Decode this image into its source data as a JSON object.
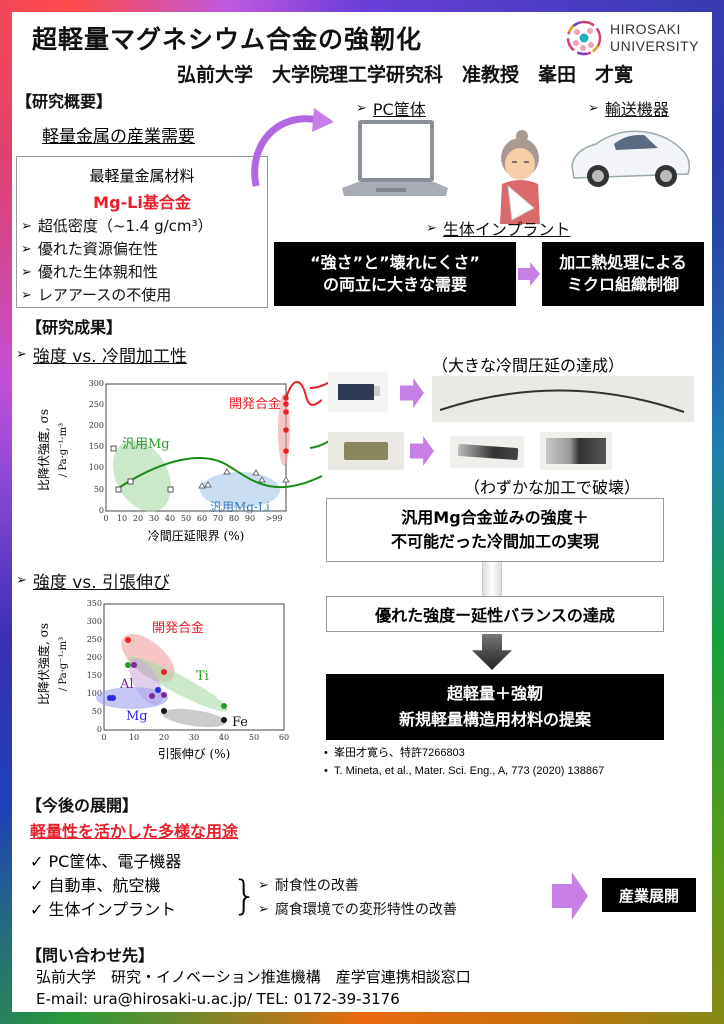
{
  "header": {
    "title": "超軽量マグネシウム合金の強靭化",
    "affiliation": "弘前大学　大学院理工学研究科　准教授　峯田　才寛",
    "logo_line1": "HIROSAKI",
    "logo_line2": "UNIVERSITY"
  },
  "overview": {
    "heading": "【研究概要】",
    "subheading": "軽量金属の産業需要",
    "box_title": "最軽量金属材料",
    "box_material": "Mg-Li基合金",
    "bullets": [
      "超低密度（~1.4 g/cm³）",
      "優れた資源偏在性",
      "優れた生体親和性",
      "レアアースの不使用"
    ],
    "apps": {
      "pc": "PC筐体",
      "transport": "輸送機器",
      "implant": "生体インプラント"
    },
    "demand_box": [
      "“強さ”と”壊れにくさ”",
      "の両立に大きな需要"
    ],
    "solution_box": [
      "加工熱処理による",
      "ミクロ組織制御"
    ]
  },
  "results": {
    "heading": "【研究成果】",
    "sub1": "強度 vs. 冷間加工性",
    "sub2": "強度 vs. 引張伸び",
    "caption_top": "（大きな冷間圧延の達成）",
    "caption_bottom": "（わずかな加工で破壊）",
    "flow": [
      [
        "汎用Mg合金並みの強度＋",
        "不可能だった冷間加工の実現"
      ],
      [
        "優れた強度ー延性バランスの達成"
      ],
      [
        "超軽量＋強靭",
        "新規軽量構造用材料の提案"
      ]
    ],
    "references": [
      "峯田才寛ら、特許7266803",
      "T. Mineta, et al., Mater. Sci. Eng., A, 773 (2020) 138867"
    ]
  },
  "future": {
    "heading": "【今後の展開】",
    "subheading": "軽量性を活かした多様な用途",
    "checks": [
      "PC筐体、電子機器",
      "自動車、航空機",
      "生体インプラント"
    ],
    "improvements": [
      "耐食性の改善",
      "腐食環境での変形特性の改善"
    ],
    "outcome": "産業展開"
  },
  "contact": {
    "heading": "【問い合わせ先】",
    "org": "弘前大学　研究・イノベーション推進機構　産学官連携相談窓口",
    "email_tel": "E-mail: ura@hirosaki-u.ac.jp/ TEL: 0172-39-3176"
  },
  "colors": {
    "accent_red": "#e8202a",
    "arrow_purple": "#c77fe6",
    "mg_green": "#2a8a2a",
    "mgli_blue": "#3a7ab8"
  },
  "chart_data": [
    {
      "type": "scatter",
      "title": "強度 vs. 冷間加工性",
      "xlabel": "冷間圧延限界 (%)",
      "ylabel": "比降伏強度, σs / Pa·g⁻¹·m³",
      "x_ticks": [
        "0",
        "10",
        "20",
        "30",
        "40",
        "50",
        "60",
        "70",
        "80",
        "90",
        ">99"
      ],
      "ylim": [
        0,
        300
      ],
      "y_ticks": [
        0,
        50,
        100,
        150,
        200,
        250,
        300
      ],
      "series": [
        {
          "name": "汎用Mg",
          "marker": "square",
          "points": [
            [
              5,
              148
            ],
            [
              8,
              52
            ],
            [
              15,
              70
            ],
            [
              40,
              50
            ]
          ]
        },
        {
          "name": "汎用Mg-Li",
          "marker": "triangle",
          "points": [
            [
              58,
              56
            ],
            [
              62,
              60
            ],
            [
              74,
              90
            ],
            [
              92,
              87
            ],
            [
              96,
              70
            ],
            [
              99,
              72
            ]
          ]
        },
        {
          "name": "開発合金",
          "marker": "circle",
          "points": [
            [
              99,
              262
            ],
            [
              99,
              250
            ],
            [
              99,
              230
            ],
            [
              99,
              187
            ],
            [
              99,
              137
            ]
          ]
        }
      ]
    },
    {
      "type": "scatter",
      "title": "強度 vs. 引張伸び",
      "xlabel": "引張伸び (%)",
      "ylabel": "比降伏強度, σs / Pa·g⁻¹·m³",
      "xlim": [
        0,
        60
      ],
      "ylim": [
        0,
        350
      ],
      "x_ticks": [
        0,
        10,
        20,
        30,
        40,
        50,
        60
      ],
      "y_ticks": [
        0,
        50,
        100,
        150,
        200,
        250,
        300,
        350
      ],
      "series": [
        {
          "name": "開発合金",
          "color": "#e8202a",
          "points": [
            [
              8,
              250
            ],
            [
              20,
              160
            ]
          ]
        },
        {
          "name": "Ti",
          "color": "#2a9a2a",
          "points": [
            [
              8,
              180
            ],
            [
              40,
              68
            ]
          ]
        },
        {
          "name": "Al",
          "color": "#7a2a9a",
          "points": [
            [
              10,
              180
            ],
            [
              16,
              95
            ],
            [
              20,
              98
            ]
          ]
        },
        {
          "name": "Mg",
          "color": "#2a2ae0",
          "points": [
            [
              2,
              90
            ],
            [
              3,
              90
            ],
            [
              18,
              112
            ]
          ]
        },
        {
          "name": "Fe",
          "color": "#111111",
          "points": [
            [
              20,
              52
            ],
            [
              40,
              27
            ]
          ]
        }
      ]
    }
  ]
}
